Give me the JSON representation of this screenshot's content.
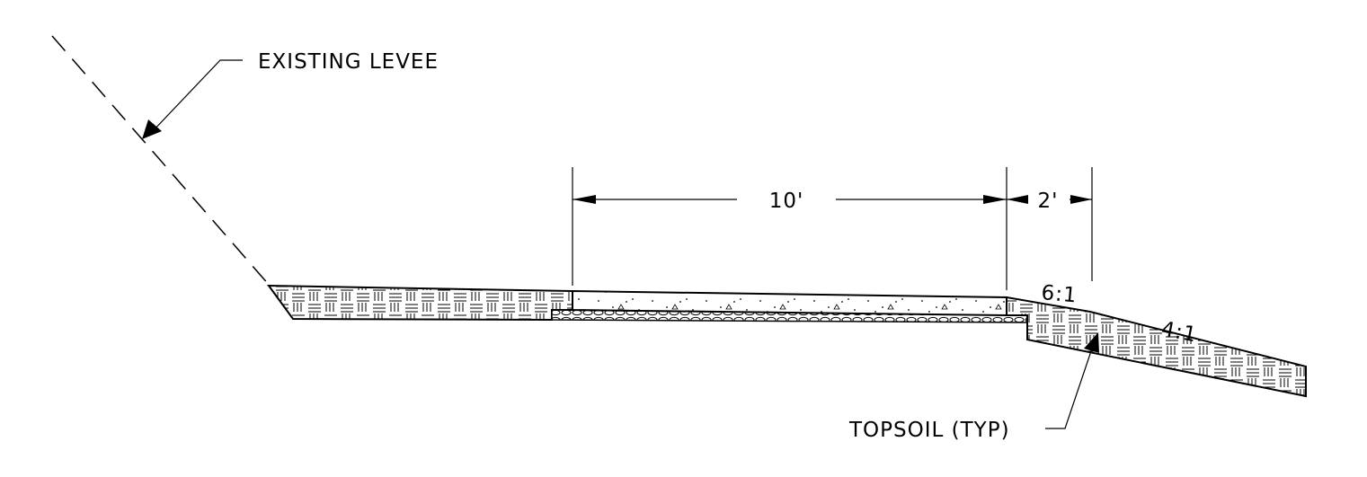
{
  "labels": {
    "existing_levee": "EXISTING LEVEE",
    "topsoil": "TOPSOIL (TYP)",
    "dim_path_width": "10'",
    "dim_shoulder_width": "2'",
    "slope_near": "6:1",
    "slope_far": "4:1"
  }
}
